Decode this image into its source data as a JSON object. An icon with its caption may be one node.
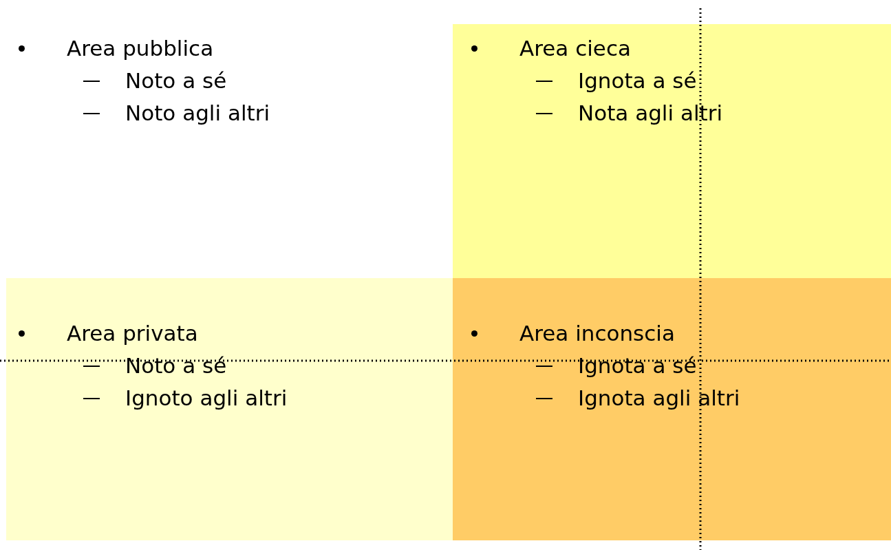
{
  "diagram": {
    "nodes": [
      {
        "text": [
          "Area pubblica",
          "Noto a sé",
          "Noto agli altri"
        ]
      },
      {
        "text": [
          "Area cieca",
          "Ignota a sé",
          "Nota agli altri"
        ]
      },
      {
        "text": [
          "Area privata",
          "Noto a sé",
          "Ignoto agli altri"
        ]
      },
      {
        "text": [
          "Area inconscia",
          "Ignota a sé",
          "Ignota agli altri"
        ]
      }
    ]
  }
}
